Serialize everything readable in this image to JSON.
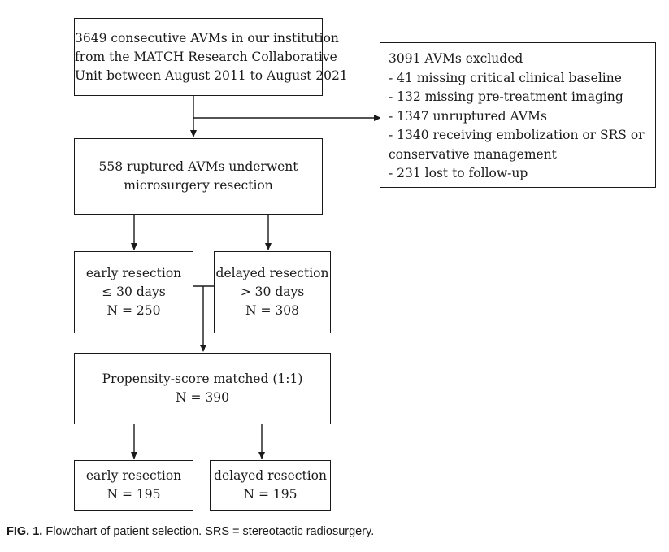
{
  "boxes": {
    "source": {
      "lines": [
        "3649 consecutive AVMs in our institution",
        "from the MATCH Research Collaborative",
        "Unit between August 2011 to August 2021"
      ]
    },
    "excluded": {
      "lines": [
        "3091 AVMs excluded",
        "- 41 missing critical clinical baseline",
        "- 132 missing pre-treatment imaging",
        "- 1347 unruptured AVMs",
        "- 1340 receiving embolization or SRS or",
        "conservative management",
        "- 231 lost to follow-up"
      ]
    },
    "ruptured": {
      "lines": [
        "558 ruptured AVMs underwent",
        "microsurgery resection"
      ]
    },
    "early": {
      "lines": [
        "early resection",
        "≤ 30 days",
        "N = 250"
      ]
    },
    "delayed": {
      "lines": [
        "delayed resection",
        "> 30 days",
        "N = 308"
      ]
    },
    "matched": {
      "lines": [
        "Propensity-score matched (1:1)",
        "N = 390"
      ]
    },
    "early_matched": {
      "lines": [
        "early resection",
        "N = 195"
      ]
    },
    "delayed_matched": {
      "lines": [
        "delayed resection",
        "N = 195"
      ]
    }
  },
  "caption": {
    "label": "FIG. 1.",
    "text": " Flowchart of patient selection. SRS = stereotactic radiosurgery."
  }
}
